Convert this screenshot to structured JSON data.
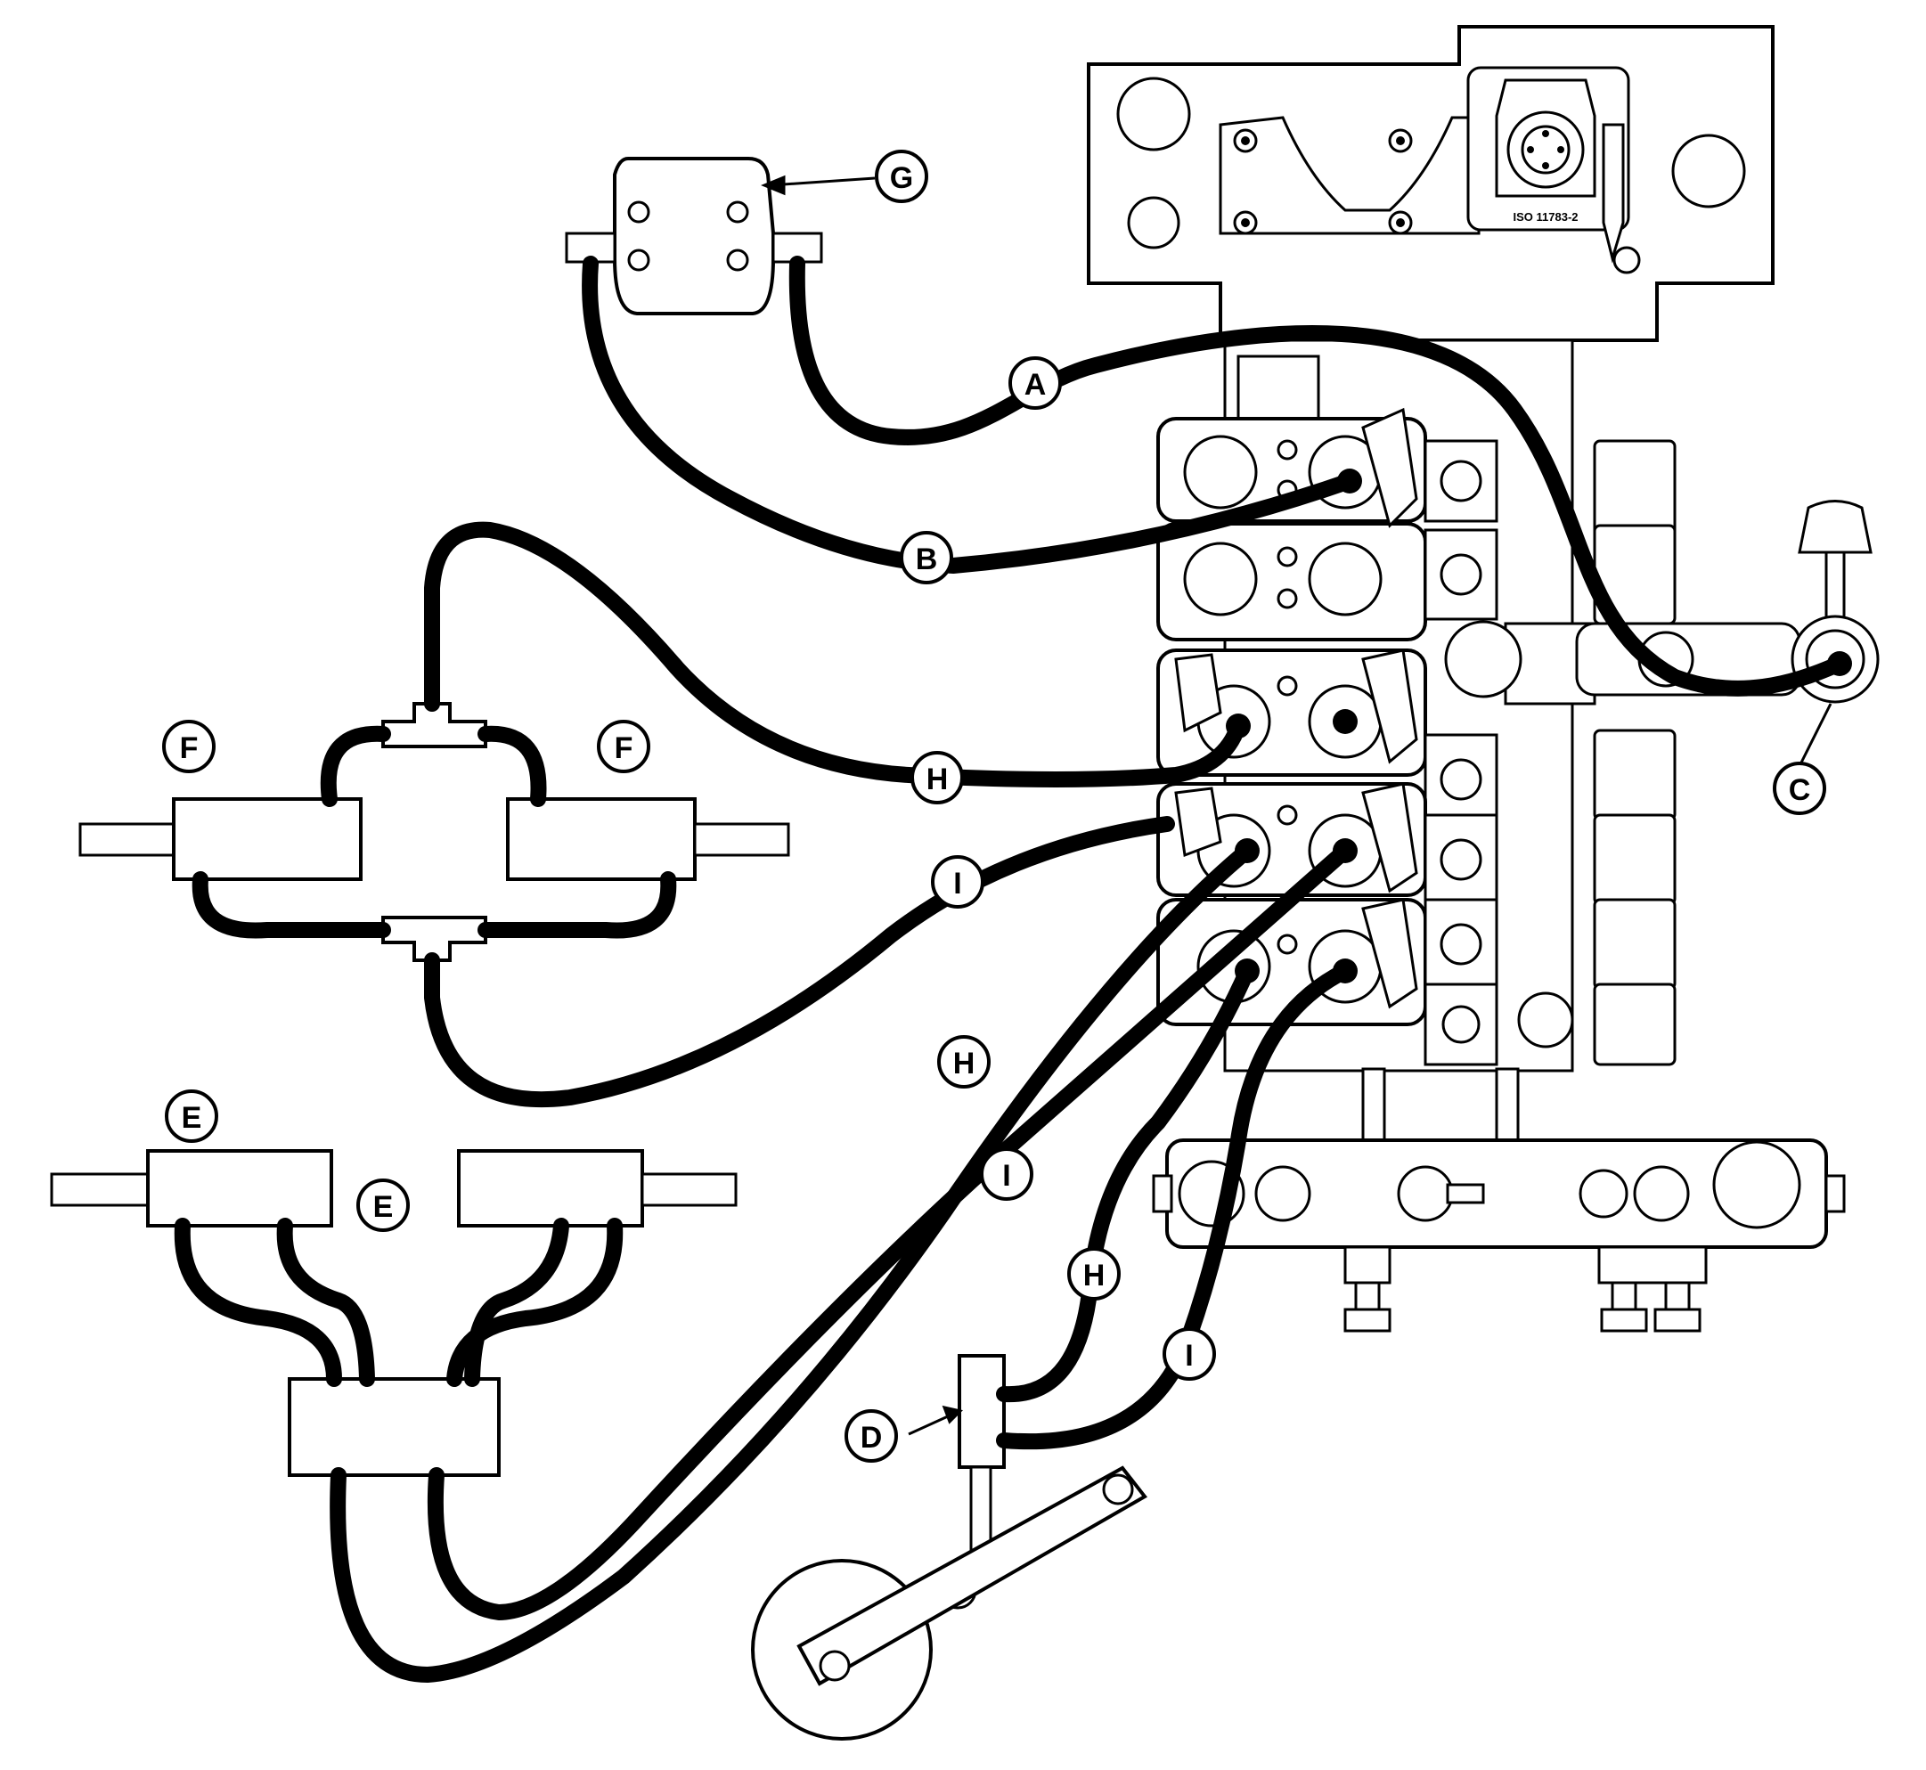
{
  "labels": {
    "A": "A",
    "B": "B",
    "C": "C",
    "D": "D",
    "E": "E",
    "F": "F",
    "G": "G",
    "H": "H",
    "I": "I"
  },
  "plate_marking": "ISO 11783-2",
  "colors": {
    "line": "#000000",
    "fill": "#ffffff"
  }
}
